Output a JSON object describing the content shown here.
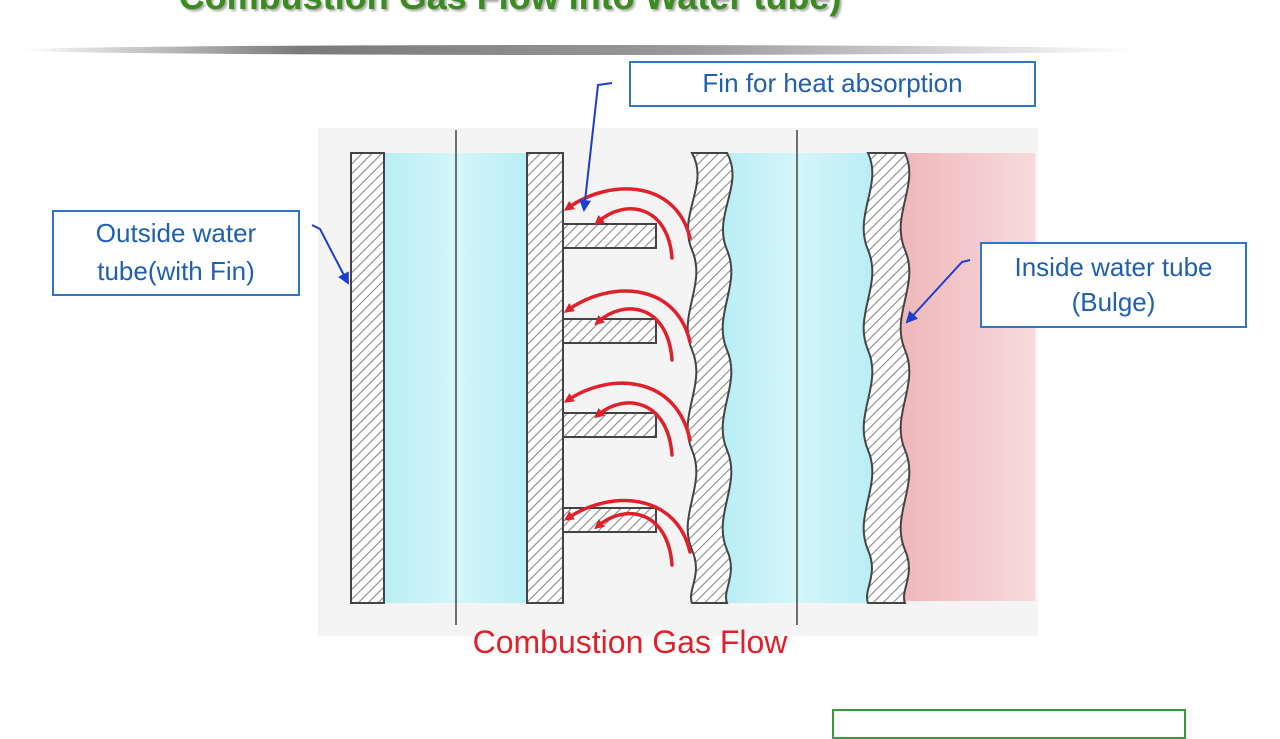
{
  "slide": {
    "title": "Combustion Gas Flow into Water tube)"
  },
  "labels": {
    "fin": "Fin for heat absorption",
    "outside_line1": "Outside water",
    "outside_line2": "tube(with Fin)",
    "inside_line1": "Inside water tube",
    "inside_line2": "(Bulge)",
    "gas_flow": "Combustion Gas Flow"
  },
  "colors": {
    "title": "#3a8c1f",
    "label_text": "#1f5fb0",
    "label_border": "#2e75c8",
    "gas_flow": "#e0202a",
    "water": "#c2f0f6",
    "heat_zone": "#f2c4c6",
    "wall_hatch": "#8a8a8a"
  }
}
